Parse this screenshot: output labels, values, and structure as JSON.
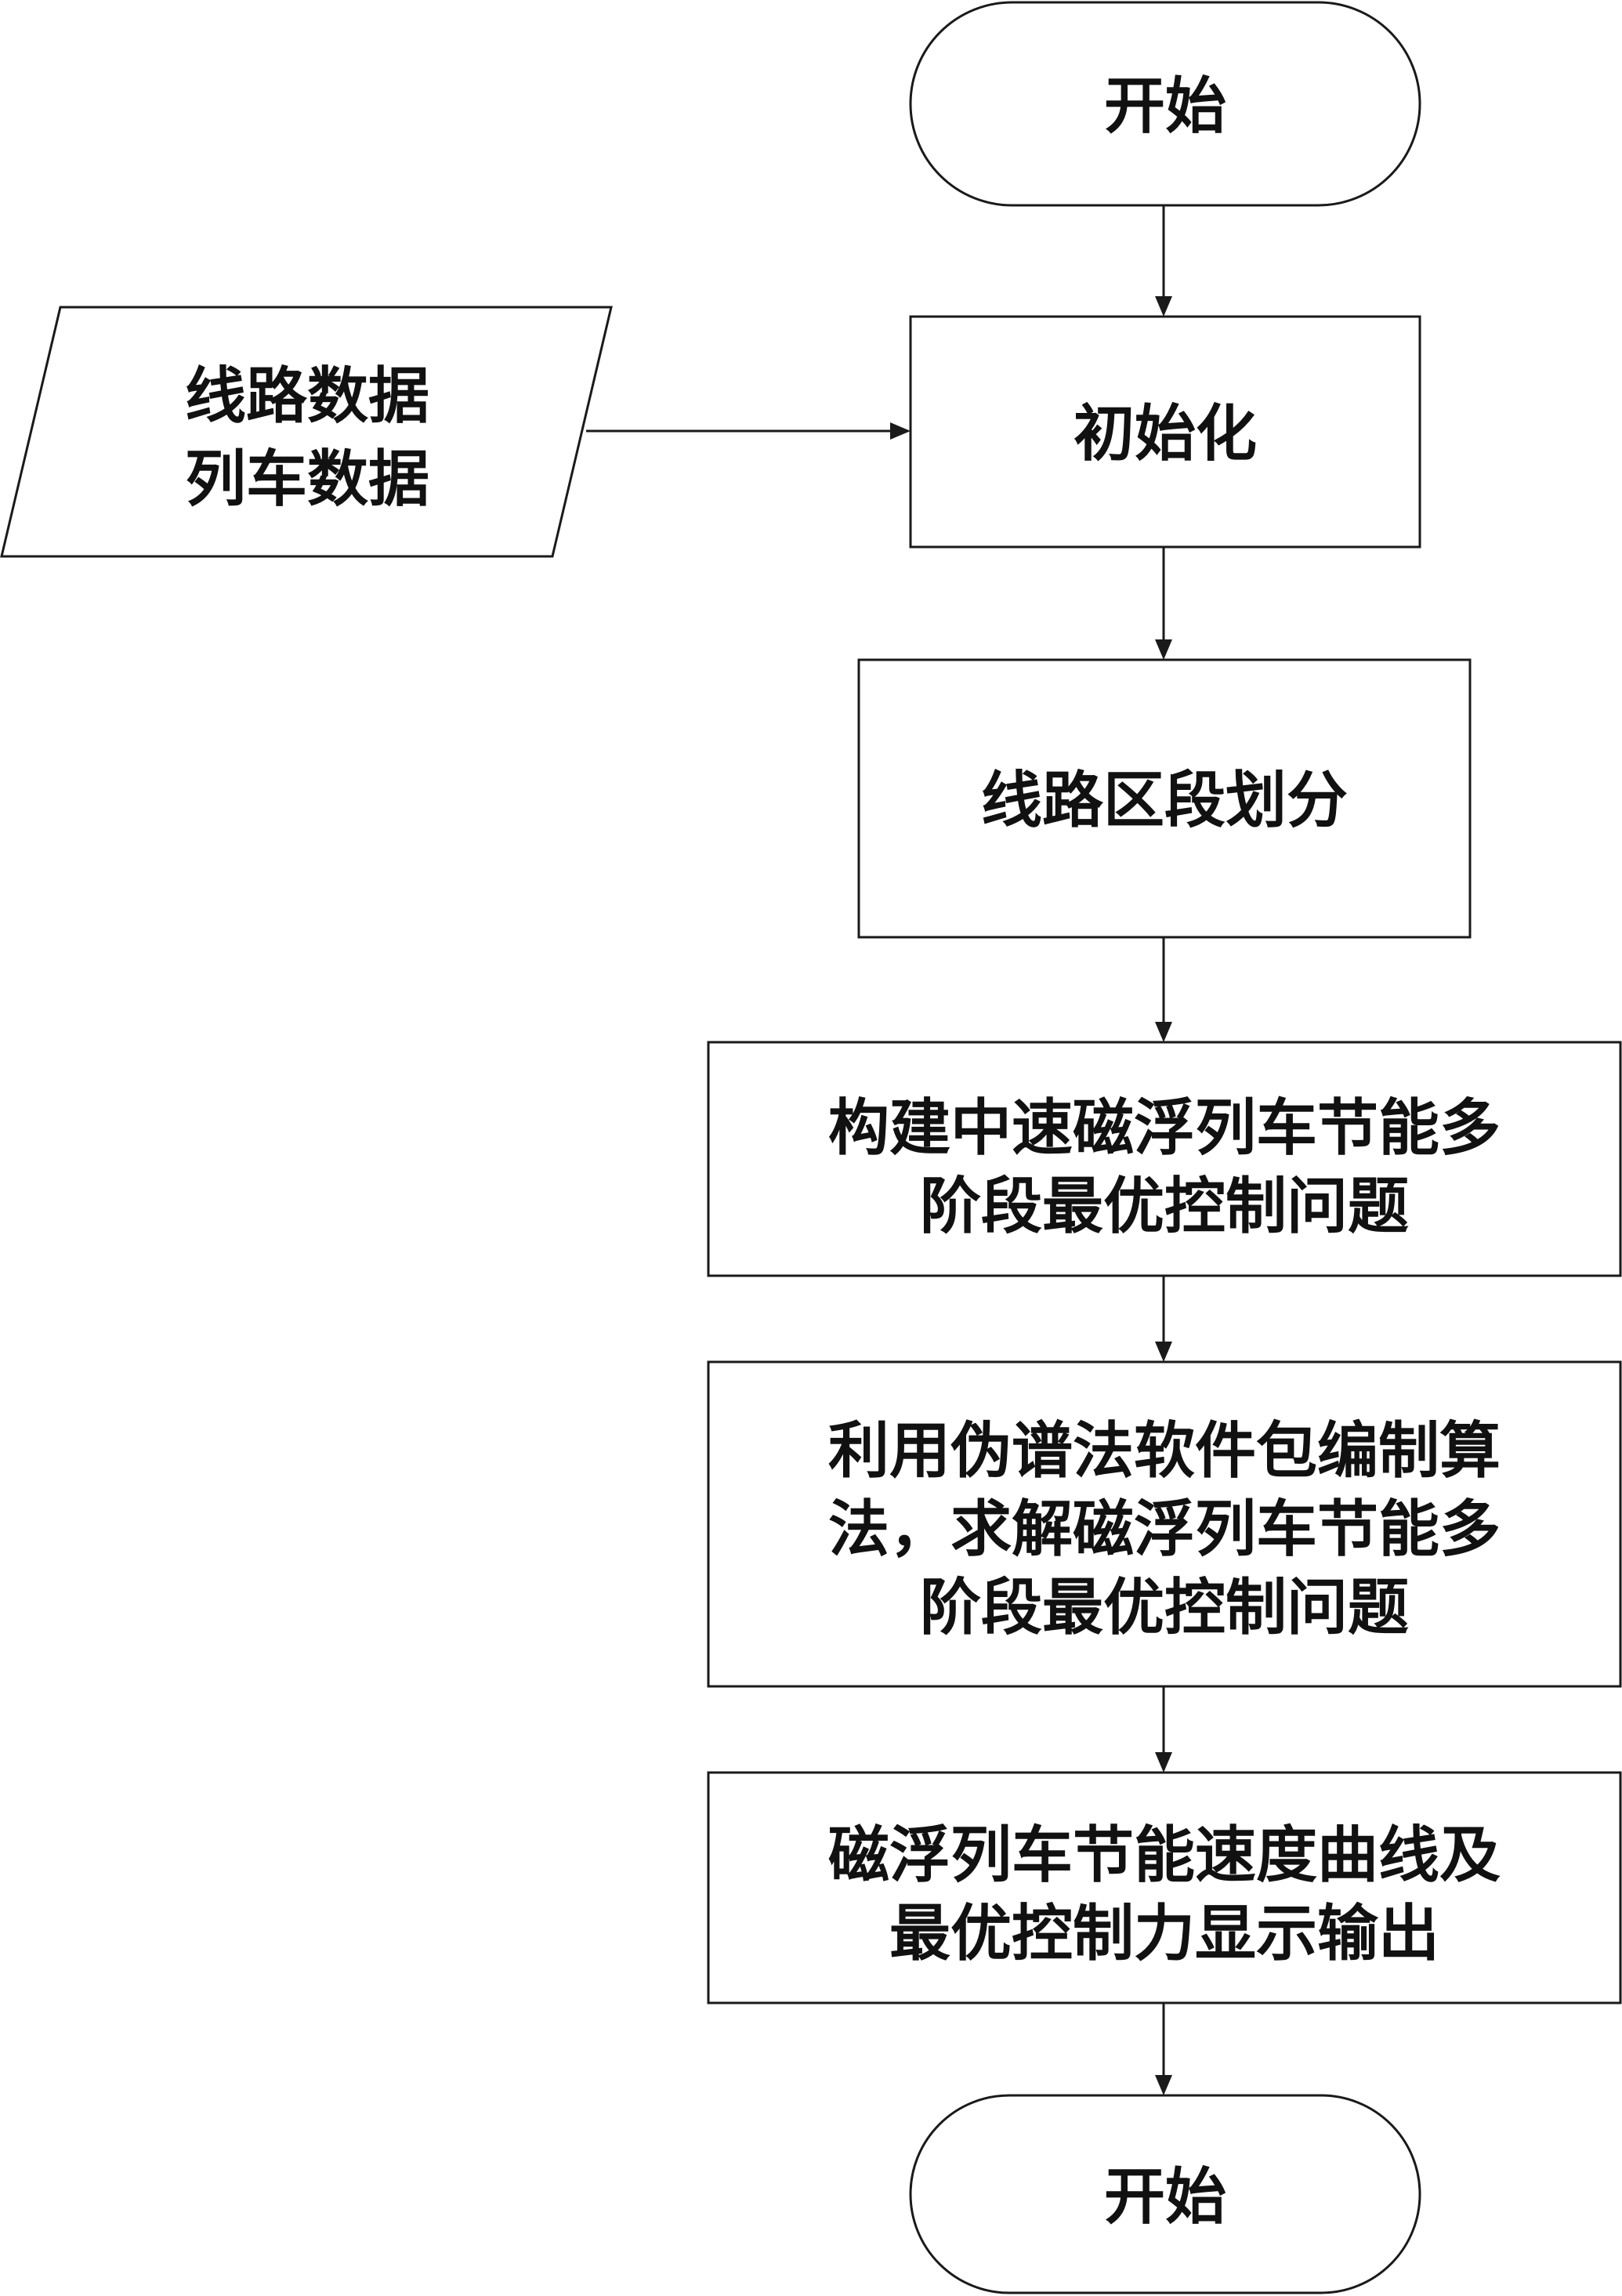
{
  "diagram": {
    "type": "flowchart",
    "nodes": {
      "start": {
        "shape": "terminator",
        "lines": [
          "开始"
        ]
      },
      "input": {
        "shape": "data",
        "lines": [
          "线路数据",
          "列车数据"
        ]
      },
      "init": {
        "shape": "process",
        "lines": [
          "初始化"
        ]
      },
      "segment": {
        "shape": "process",
        "lines": [
          "线路区段划分"
        ]
      },
      "build": {
        "shape": "process",
        "lines": [
          "构建中速磁浮列车节能多",
          "阶段最优控制问题"
        ]
      },
      "solve": {
        "shape": "process",
        "lines": [
          "利用伪谱法软件包编制算",
          "法，求解磁浮列车节能多",
          "阶段最优控制问题"
        ]
      },
      "output": {
        "shape": "process",
        "lines": [
          "磁浮列车节能速度曲线及",
          "最优控制力显示输出"
        ]
      },
      "end": {
        "shape": "terminator",
        "lines": [
          "开始"
        ]
      }
    },
    "edges": [
      {
        "from": "start",
        "to": "init"
      },
      {
        "from": "input",
        "to": "init"
      },
      {
        "from": "init",
        "to": "segment"
      },
      {
        "from": "segment",
        "to": "build"
      },
      {
        "from": "build",
        "to": "solve"
      },
      {
        "from": "solve",
        "to": "output"
      },
      {
        "from": "output",
        "to": "end"
      }
    ]
  }
}
